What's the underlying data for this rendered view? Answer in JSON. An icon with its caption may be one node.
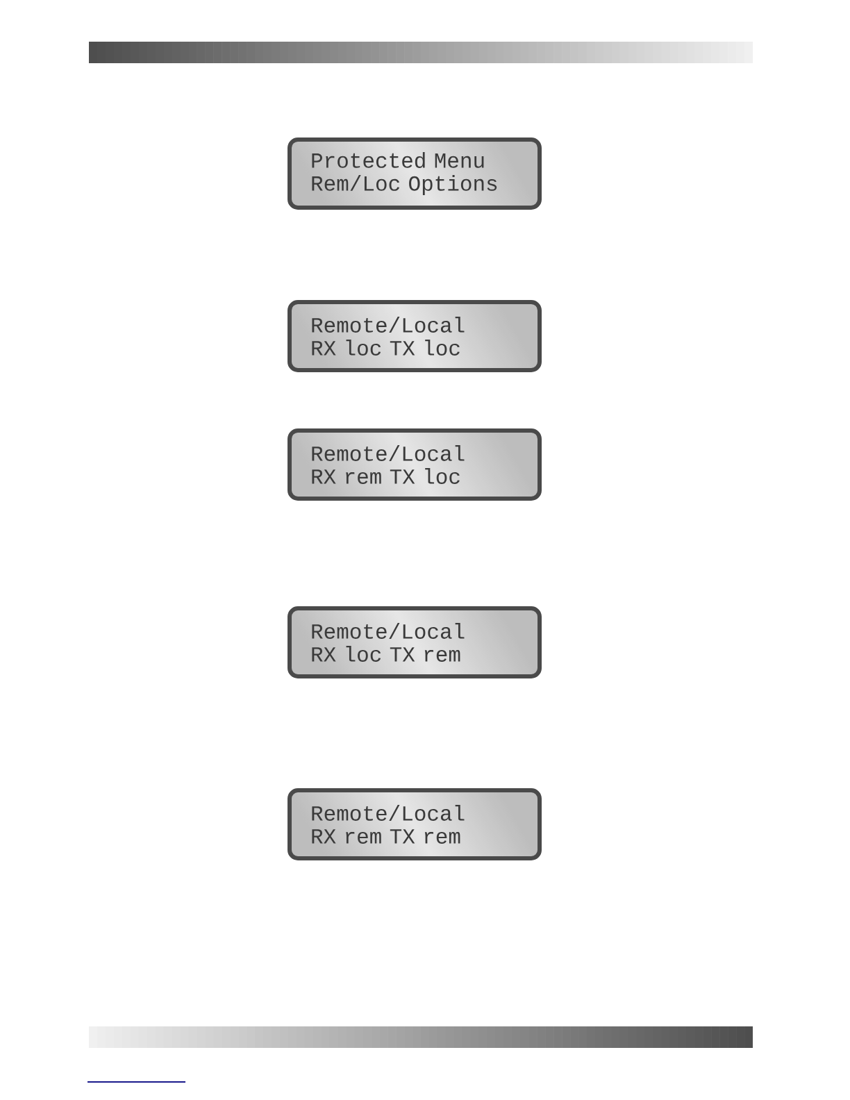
{
  "diagram": {
    "nodes": [
      {
        "text": [
          "Protected Menu",
          "Rem/Loc Options"
        ]
      },
      {
        "text": [
          "Remote/Local",
          "RX loc TX loc"
        ]
      },
      {
        "text": [
          "Remote/Local",
          "RX rem TX loc"
        ]
      },
      {
        "text": [
          "Remote/Local",
          "RX loc TX rem"
        ]
      },
      {
        "text": [
          "Remote/Local",
          "RX rem TX rem"
        ]
      }
    ]
  }
}
